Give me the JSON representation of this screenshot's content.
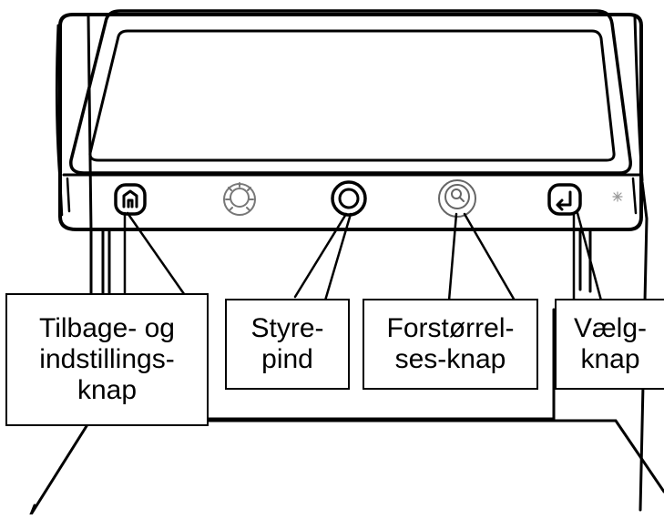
{
  "labels": {
    "home": [
      "Tilbage- og",
      "indstillings-",
      "knap"
    ],
    "joystick": [
      "Styre-",
      "pind"
    ],
    "zoom": [
      "Forstørrel-",
      "ses-knap"
    ],
    "select": [
      "Vælg-",
      "knap"
    ]
  },
  "colors": {
    "line": "#000000",
    "background": "#ffffff",
    "muted": "#888888"
  }
}
